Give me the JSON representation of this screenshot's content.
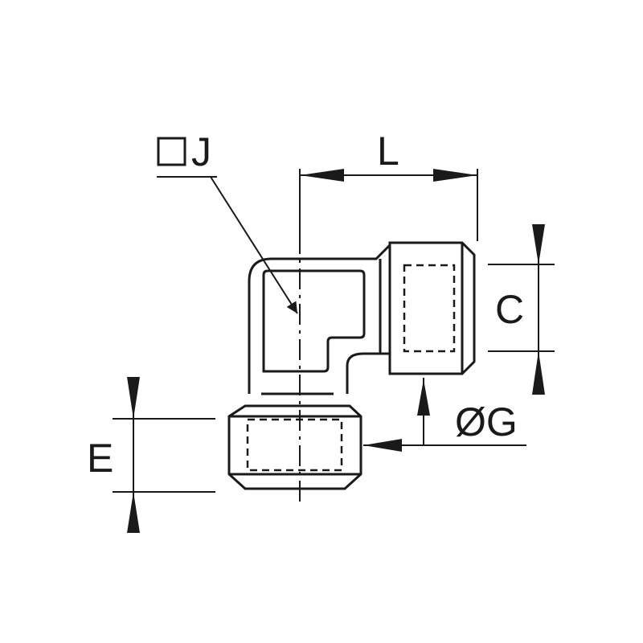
{
  "diagram": {
    "labels": {
      "J": "J",
      "L": "L",
      "C": "C",
      "G": "ØG",
      "E": "E"
    },
    "colors": {
      "stroke": "#1a1a1a",
      "background": "#ffffff"
    }
  }
}
